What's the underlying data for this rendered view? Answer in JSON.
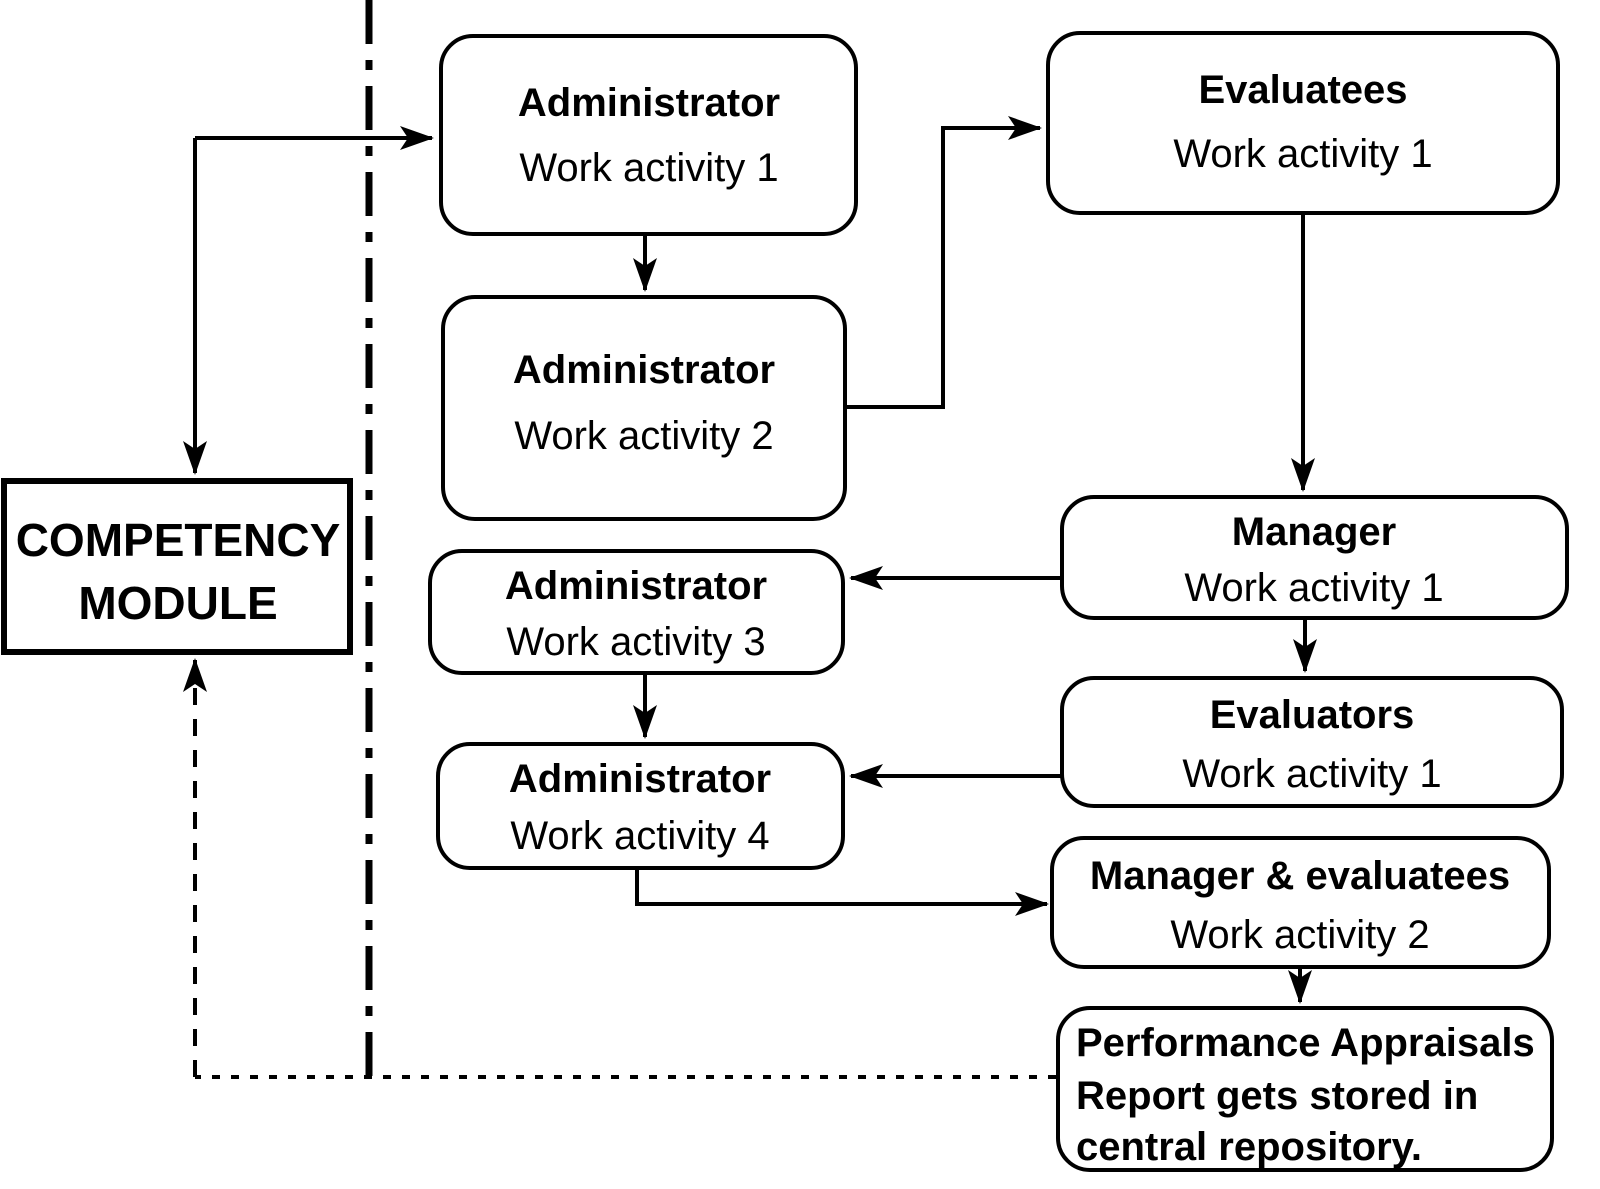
{
  "diagram": {
    "competency_module": {
      "line1": "COMPETENCY",
      "line2": "MODULE"
    },
    "nodes": {
      "admin1": {
        "title": "Administrator",
        "subtitle": "Work activity 1"
      },
      "evaluatees": {
        "title": "Evaluatees",
        "subtitle": "Work activity 1"
      },
      "admin2": {
        "title": "Administrator",
        "subtitle": "Work activity 2"
      },
      "manager": {
        "title": "Manager",
        "subtitle": "Work activity 1"
      },
      "admin3": {
        "title": "Administrator",
        "subtitle": "Work activity 3"
      },
      "evaluators": {
        "title": "Evaluators",
        "subtitle": "Work activity 1"
      },
      "admin4": {
        "title": "Administrator",
        "subtitle": "Work activity 4"
      },
      "manager_evaluatees": {
        "title": "Manager & evaluatees",
        "subtitle": "Work activity 2"
      },
      "performance": {
        "line1": "Performance Appraisals",
        "line2": "Report gets stored in",
        "line3": "central repository."
      }
    },
    "colors": {
      "ink": "#000000",
      "background": "#ffffff"
    }
  }
}
